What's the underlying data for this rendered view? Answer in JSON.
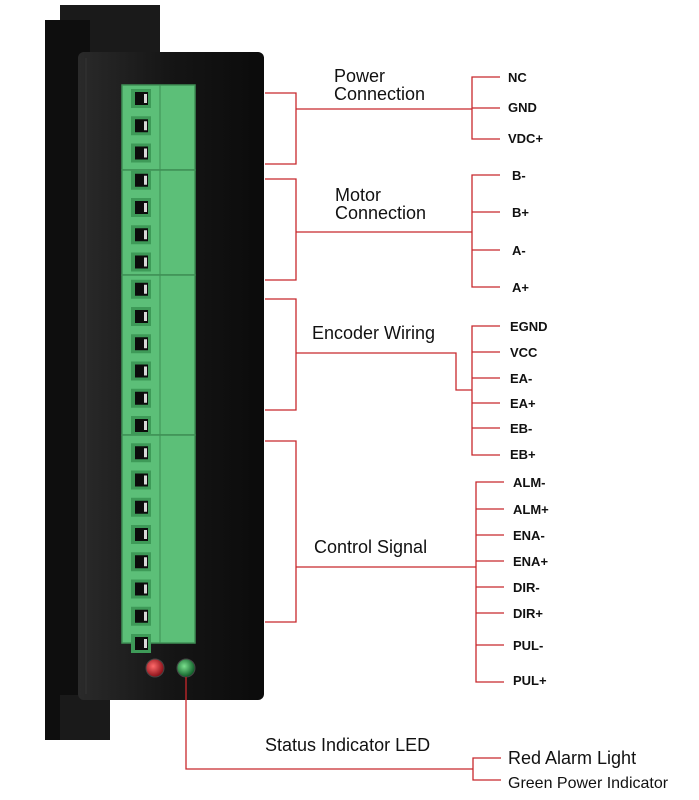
{
  "groups": [
    {
      "label_lines": [
        "Power",
        "Connection"
      ],
      "pins": [
        "NC",
        "GND",
        "VDC+"
      ]
    },
    {
      "label_lines": [
        "Motor",
        "Connection"
      ],
      "pins": [
        "B-",
        "B+",
        "A-",
        "A+"
      ]
    },
    {
      "label_lines": [
        "Encoder Wiring"
      ],
      "pins": [
        "EGND",
        "VCC",
        "EA-",
        "EA+",
        "EB-",
        "EB+"
      ]
    },
    {
      "label_lines": [
        "Control Signal"
      ],
      "pins": [
        "ALM-",
        "ALM+",
        "ENA-",
        "ENA+",
        "DIR-",
        "DIR+",
        "PUL-",
        "PUL+"
      ]
    }
  ],
  "status": {
    "label": "Status Indicator LED",
    "red": "Red Alarm Light",
    "green": "Green Power Indicator"
  },
  "colors": {
    "wire": "#c8282c",
    "terminal": "#5cbf78",
    "device_body": "#111111",
    "led_red": "#b3202a",
    "led_green": "#1f8a3c"
  }
}
